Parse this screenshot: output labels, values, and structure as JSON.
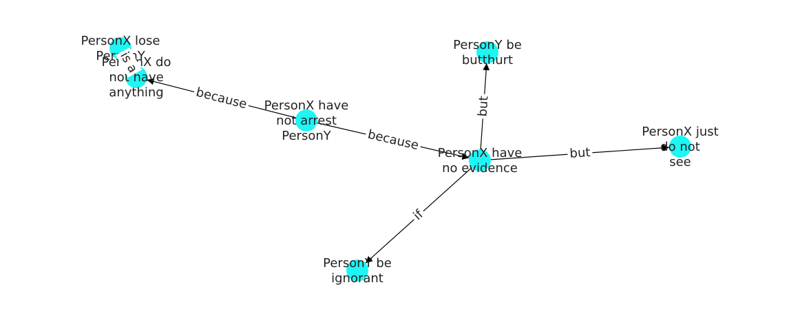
{
  "colors": {
    "node": "#1ff5f5",
    "edge": "#000000",
    "text": "#222222"
  },
  "nodes": [
    {
      "id": "n_lose",
      "lines": [
        "PersonX lose",
        "PersonY"
      ]
    },
    {
      "id": "n_nothing",
      "lines": [
        "PersonX do",
        "not have",
        "anything"
      ]
    },
    {
      "id": "n_arrest",
      "lines": [
        "PersonX have",
        "not arrest",
        "PersonY"
      ]
    },
    {
      "id": "n_butthurt",
      "lines": [
        "PersonY be",
        "butthurt"
      ]
    },
    {
      "id": "n_evidence",
      "lines": [
        "PersonX have",
        "no evidence"
      ]
    },
    {
      "id": "n_see",
      "lines": [
        "PersonX just",
        "do not",
        "see"
      ]
    },
    {
      "id": "n_ignorant",
      "lines": [
        "PersonY be",
        "ignorant"
      ]
    }
  ],
  "edges": [
    {
      "from": "n_evidence",
      "to": "n_butthurt",
      "label": "but"
    },
    {
      "from": "n_evidence",
      "to": "n_see",
      "label": "but"
    },
    {
      "from": "n_evidence",
      "to": "n_ignorant",
      "label": "if"
    },
    {
      "from": "n_arrest",
      "to": "n_evidence",
      "label": "because"
    },
    {
      "from": "n_arrest",
      "to": "n_nothing",
      "label": "because"
    },
    {
      "from": "n_lose",
      "to": "n_nothing",
      "label": "is a"
    }
  ]
}
